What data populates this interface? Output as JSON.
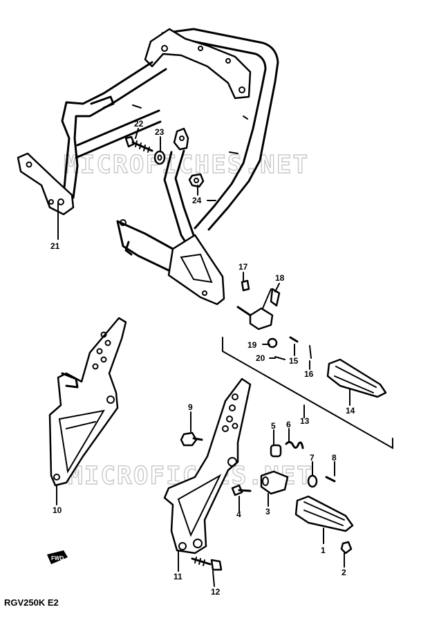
{
  "diagram_code": "RGV250K E2",
  "watermark": "MICROFICHES.NET",
  "front_marker": "FWD",
  "callouts": {
    "c1": "1",
    "c2": "2",
    "c3": "3",
    "c4": "4",
    "c5": "5",
    "c6": "6",
    "c7": "7",
    "c8": "8",
    "c9": "9",
    "c10": "10",
    "c11": "11",
    "c12": "12",
    "c13": "13",
    "c14": "14",
    "c15": "15",
    "c16": "16",
    "c17": "17",
    "c18": "18",
    "c19": "19",
    "c20": "20",
    "c21": "21",
    "c22": "22",
    "c23": "23",
    "c24": "24"
  }
}
